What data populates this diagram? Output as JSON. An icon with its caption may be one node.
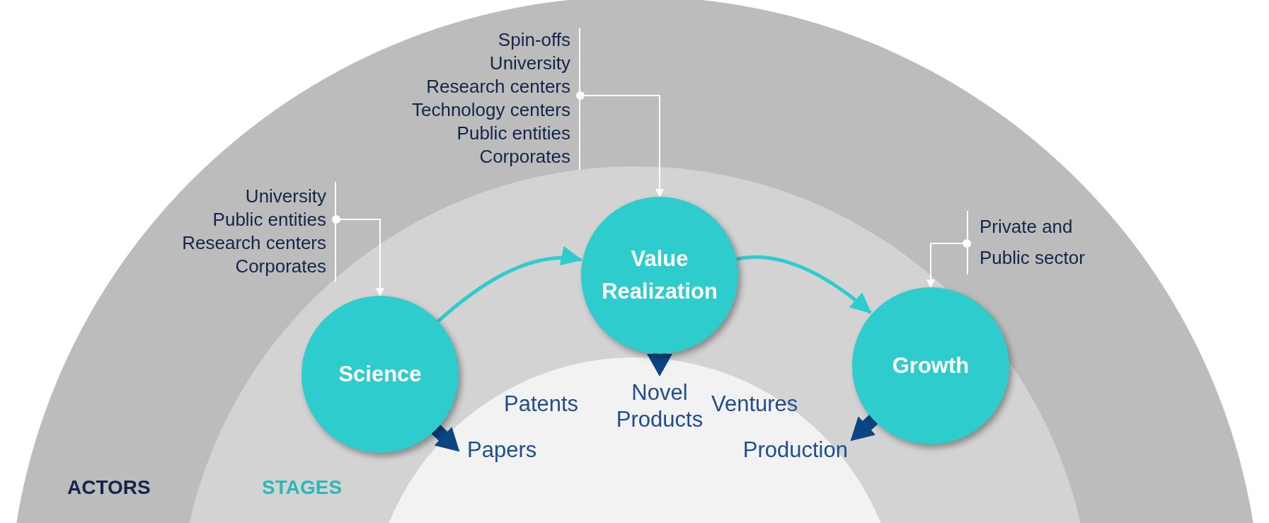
{
  "diagram": {
    "nodes": [
      {
        "text": [
          "Spin-offs",
          "University",
          "Research centers",
          "Technology centers",
          "Public entities",
          "Corporates"
        ]
      },
      {
        "text": [
          "University",
          "Public entities",
          "Research centers",
          "Corporates"
        ]
      },
      {
        "text": [
          "Private and Public sector"
        ]
      },
      {
        "text": [
          "Science"
        ]
      },
      {
        "text": [
          "Value Realization"
        ]
      },
      {
        "text": [
          "Growth"
        ]
      },
      {
        "text": [
          "Papers"
        ]
      },
      {
        "text": [
          "Novel Products"
        ]
      },
      {
        "text": [
          "Production"
        ]
      }
    ],
    "edges": [
      {
        "from": 0,
        "to": 4,
        "arrow": "to"
      },
      {
        "from": 1,
        "to": 3,
        "arrow": "to"
      },
      {
        "from": 2,
        "to": 5,
        "arrow": "to"
      },
      {
        "from": 3,
        "to": 4,
        "arrow": "to",
        "color": "#2ecccc"
      },
      {
        "from": 4,
        "to": 5,
        "arrow": "to",
        "color": "#2ecccc"
      },
      {
        "from": 3,
        "to": 6,
        "arrow": "to",
        "style": "thick",
        "color": "#0b4584"
      },
      {
        "from": 4,
        "to": 7,
        "arrow": "to",
        "style": "thick",
        "color": "#0b4584"
      },
      {
        "from": 5,
        "to": 8,
        "arrow": "to",
        "style": "thick",
        "color": "#0b4584"
      }
    ],
    "labels": [
      "Patents",
      "Ventures",
      "ACTORS",
      "STAGES"
    ]
  }
}
